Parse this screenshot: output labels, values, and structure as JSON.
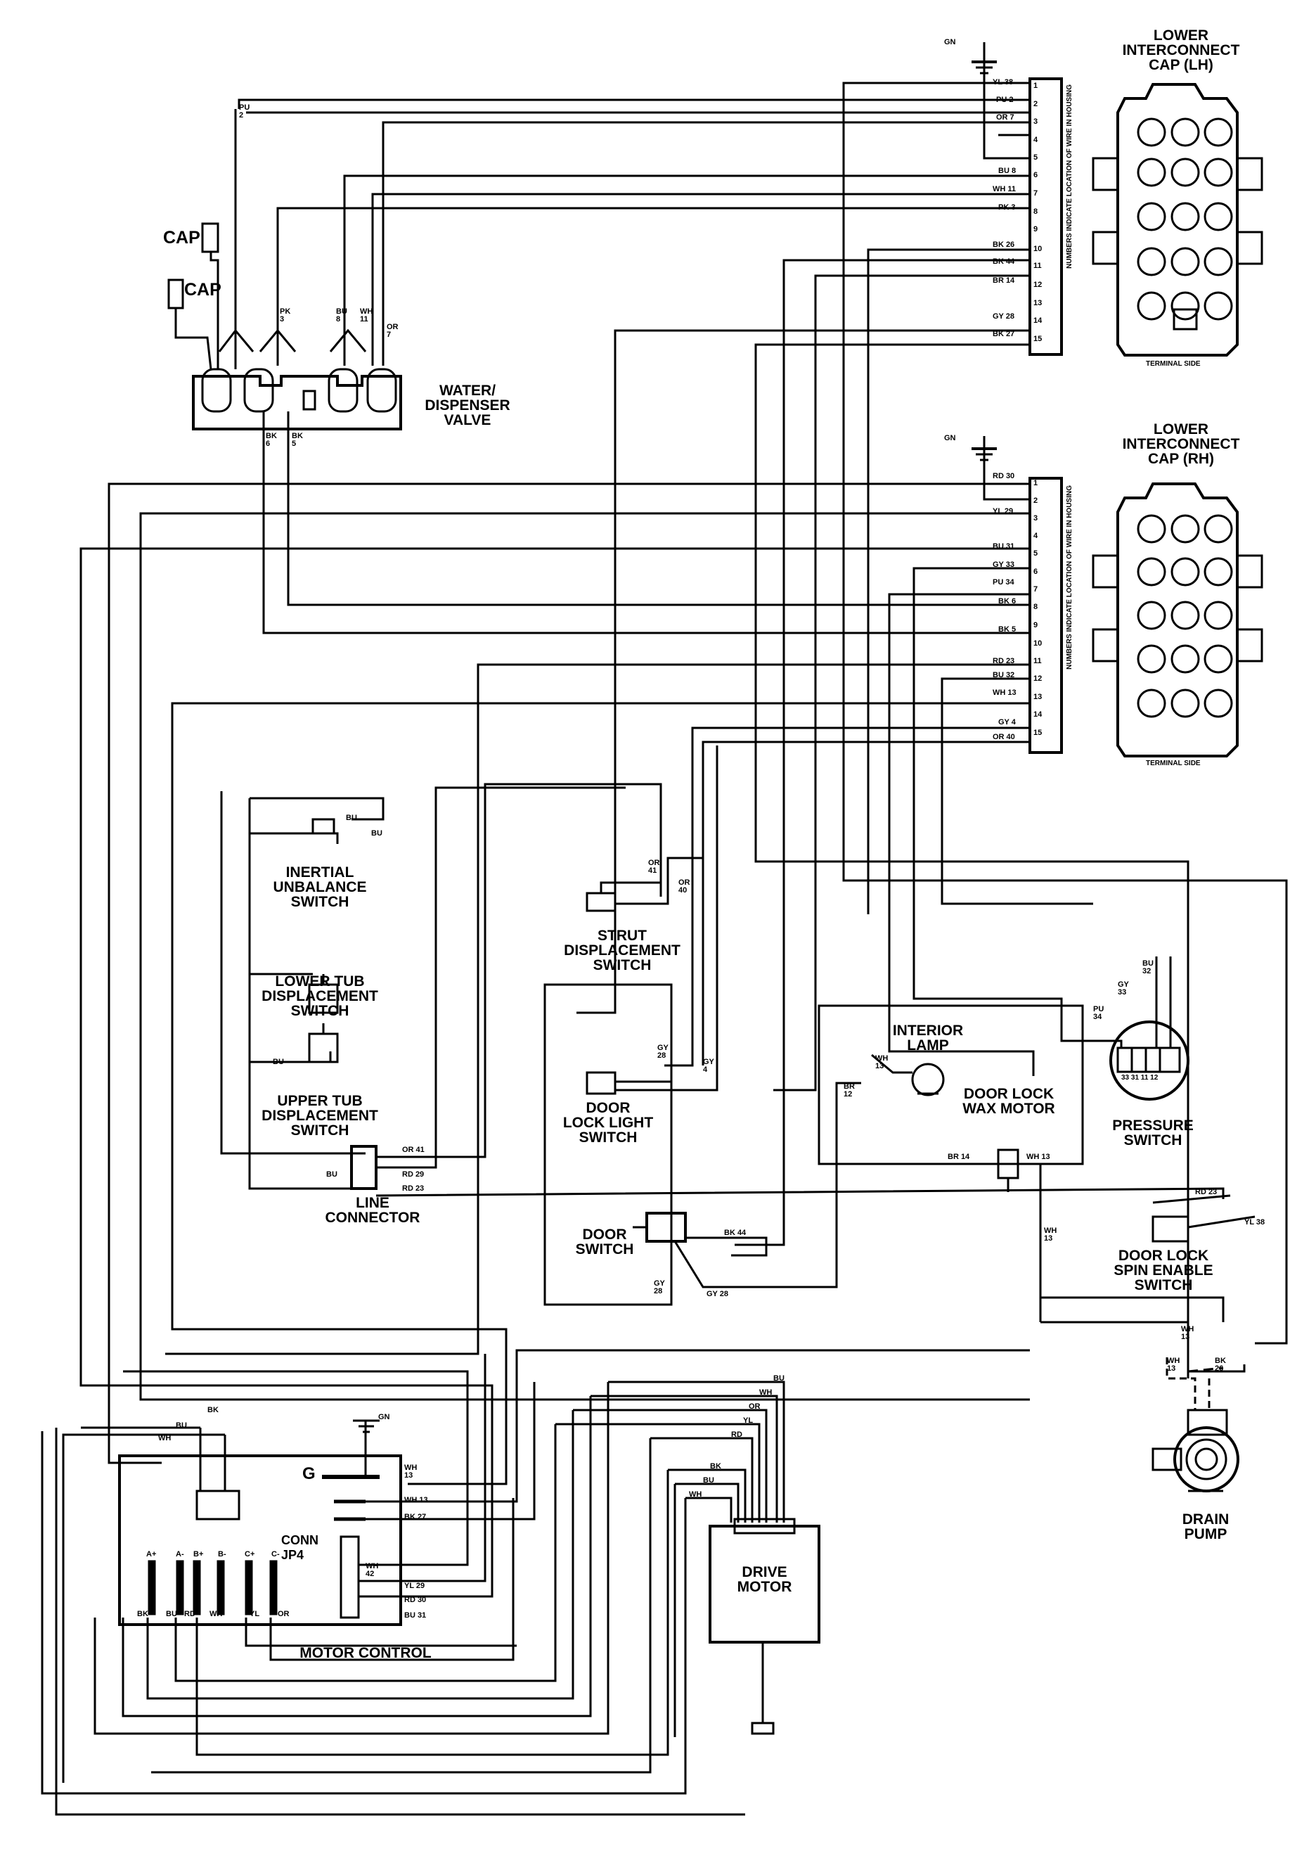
{
  "components": {
    "cap_1": "CAP",
    "cap_2": "CAP",
    "water_valve": [
      "WATER/",
      "DISPENSER",
      "VALVE"
    ],
    "cap_lh": [
      "LOWER",
      "INTERCONNECT",
      "CAP (LH)"
    ],
    "cap_rh": [
      "LOWER",
      "INTERCONNECT",
      "CAP (RH)"
    ],
    "terminal_side_lh": "TERMINAL SIDE",
    "terminal_side_rh": "TERMINAL SIDE",
    "housing_note_lh": "NUMBERS INDICATE LOCATION OF WIRE IN HOUSING",
    "housing_note_rh": "NUMBERS INDICATE LOCATION OF WIRE IN HOUSING",
    "inertial": [
      "INERTIAL",
      "UNBALANCE",
      "SWITCH"
    ],
    "lower_tub": [
      "LOWER TUB",
      "DISPLACEMENT",
      "SWITCH"
    ],
    "upper_tub": [
      "UPPER TUB",
      "DISPLACEMENT",
      "SWITCH"
    ],
    "line_connector": [
      "LINE",
      "CONNECTOR"
    ],
    "strut": [
      "STRUT",
      "DISPLACEMENT",
      "SWITCH"
    ],
    "door_lock_light": [
      "DOOR",
      "LOCK LIGHT",
      "SWITCH"
    ],
    "door_switch": [
      "DOOR",
      "SWITCH"
    ],
    "interior_lamp": [
      "INTERIOR",
      "LAMP"
    ],
    "wax_motor": [
      "DOOR LOCK",
      "WAX MOTOR"
    ],
    "pressure_switch": [
      "PRESSURE",
      "SWITCH"
    ],
    "spin_enable": [
      "DOOR LOCK",
      "SPIN ENABLE",
      "SWITCH"
    ],
    "drain_pump": [
      "DRAIN",
      "PUMP"
    ],
    "drive_motor": [
      "DRIVE",
      "MOTOR"
    ],
    "motor_control": "MOTOR CONTROL",
    "conn_jp4": [
      "CONN",
      "JP4"
    ],
    "ground_g": "G"
  },
  "connector_lh": {
    "ground": "GN",
    "pins": [
      {
        "n": "1",
        "wire": "YL 38"
      },
      {
        "n": "2",
        "wire": "PU 2"
      },
      {
        "n": "3",
        "wire": "OR 7"
      },
      {
        "n": "4",
        "wire": ""
      },
      {
        "n": "5",
        "wire": ""
      },
      {
        "n": "6",
        "wire": "BU 8"
      },
      {
        "n": "7",
        "wire": "WH 11"
      },
      {
        "n": "8",
        "wire": "PK 3"
      },
      {
        "n": "9",
        "wire": ""
      },
      {
        "n": "10",
        "wire": "BK 26"
      },
      {
        "n": "11",
        "wire": "BK 44"
      },
      {
        "n": "12",
        "wire": "BR 14"
      },
      {
        "n": "13",
        "wire": ""
      },
      {
        "n": "14",
        "wire": "GY 28"
      },
      {
        "n": "15",
        "wire": "BK 27"
      }
    ]
  },
  "connector_rh": {
    "ground": "GN",
    "pins": [
      {
        "n": "1",
        "wire": "RD 30"
      },
      {
        "n": "2",
        "wire": ""
      },
      {
        "n": "3",
        "wire": "YL 29"
      },
      {
        "n": "4",
        "wire": ""
      },
      {
        "n": "5",
        "wire": "BU 31"
      },
      {
        "n": "6",
        "wire": "GY 33"
      },
      {
        "n": "7",
        "wire": "PU 34"
      },
      {
        "n": "8",
        "wire": "BK 6"
      },
      {
        "n": "9",
        "wire": "BK 5"
      },
      {
        "n": "10",
        "wire": ""
      },
      {
        "n": "11",
        "wire": "RD 23"
      },
      {
        "n": "12",
        "wire": "BU 32"
      },
      {
        "n": "13",
        "wire": "WH 13"
      },
      {
        "n": "14",
        "wire": "GY 4"
      },
      {
        "n": "15",
        "wire": "OR 40"
      }
    ]
  },
  "wire_labels": {
    "pu2": [
      "PU",
      "2"
    ],
    "pk3": [
      "PK",
      "3"
    ],
    "bu8": [
      "BU",
      "8"
    ],
    "wh11": [
      "WH",
      "11"
    ],
    "or7": [
      "OR",
      "7"
    ],
    "bk6": [
      "BK",
      "6"
    ],
    "bk5": [
      "BK",
      "5"
    ],
    "inertial_bu_a": "BU",
    "inertial_bu_b": "BU",
    "lower_bu": "BU",
    "line_or41": "OR 41",
    "line_bu": "BU",
    "line_rd29": "RD 29",
    "line_rd23": "RD 23",
    "strut_or41": [
      "OR",
      "41"
    ],
    "strut_or40": [
      "OR",
      "40"
    ],
    "dlls_gy28": [
      "GY",
      "28"
    ],
    "dlls_gy4": [
      "GY",
      "4"
    ],
    "ds_bk44": "BK 44",
    "ds_gy28a": [
      "GY",
      "28"
    ],
    "ds_gy28b": "GY 28",
    "lamp_wh13": [
      "WH",
      "13"
    ],
    "lamp_br12": [
      "BR",
      "12"
    ],
    "wax_br14": "BR 14",
    "wax_wh13": "WH 13",
    "wax_wh13b": [
      "WH",
      "13"
    ],
    "ps_bu32": [
      "BU",
      "32"
    ],
    "ps_gy33": [
      "GY",
      "33"
    ],
    "ps_pu34": [
      "PU",
      "34"
    ],
    "ps_terms": "33 31 11 12",
    "spin_rd23": "RD 23",
    "spin_yl38": "YL 38",
    "pump_wh13": [
      "WH",
      "13"
    ],
    "pump_wh13b": [
      "WH",
      "13"
    ],
    "pump_bk26": [
      "BK",
      "26"
    ],
    "mc_bk": "BK",
    "mc_bu": "BU",
    "mc_wh": "WH",
    "mc_gn": "GN",
    "mc_wh13": [
      "WH",
      "13"
    ],
    "mc_wh13b": "WH 13",
    "mc_bk27": "BK 27",
    "jp4_wh42": [
      "WH",
      "42"
    ],
    "jp4_yl29": "YL 29",
    "jp4_rd30": "RD 30",
    "jp4_bu31": "BU 31",
    "motor_terms_top": [
      "A+",
      "A-",
      "B+",
      "B-",
      "C+",
      "C-"
    ],
    "motor_terms_bottom": [
      "BK",
      "BU",
      "RD",
      "WH",
      "YL",
      "OR"
    ],
    "dm_colors": [
      "BU",
      "WH",
      "OR",
      "YL",
      "RD",
      "BK",
      "BU",
      "WH"
    ]
  }
}
